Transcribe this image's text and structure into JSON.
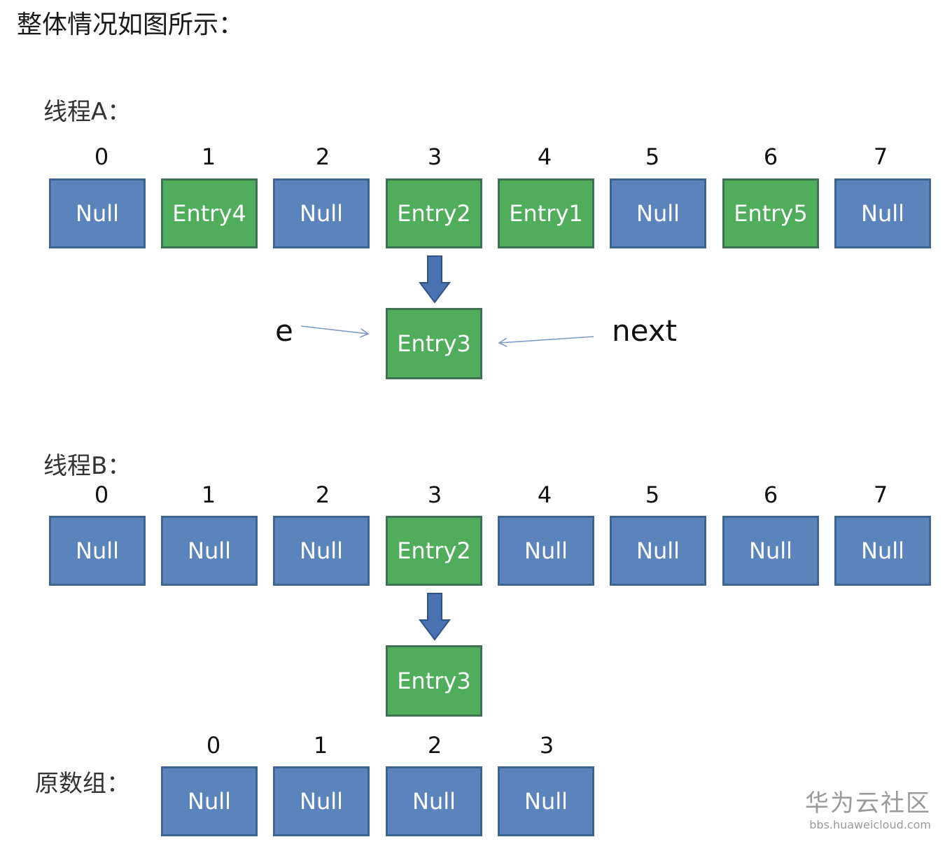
{
  "heading": "整体情况如图所示：",
  "thread_a": {
    "label": "线程A：",
    "indices": [
      "0",
      "1",
      "2",
      "3",
      "4",
      "5",
      "6",
      "7"
    ],
    "cells": [
      "Null",
      "Entry4",
      "Null",
      "Entry2",
      "Entry1",
      "Null",
      "Entry5",
      "Null"
    ],
    "chain": "Entry3",
    "e_label": "e",
    "next_label": "next"
  },
  "thread_b": {
    "label": "线程B：",
    "indices": [
      "0",
      "1",
      "2",
      "3",
      "4",
      "5",
      "6",
      "7"
    ],
    "cells": [
      "Null",
      "Null",
      "Null",
      "Entry2",
      "Null",
      "Null",
      "Null",
      "Null"
    ],
    "chain": "Entry3"
  },
  "original": {
    "label": "原数组：",
    "indices": [
      "0",
      "1",
      "2",
      "3"
    ],
    "cells": [
      "Null",
      "Null",
      "Null",
      "Null"
    ]
  },
  "watermark": {
    "name": "华为云社区",
    "url": "bbs.huaweicloud.com"
  },
  "colors": {
    "null_fill": "#5b84bd",
    "entry_fill": "#4fad5b",
    "arrow": "#4a72b0"
  }
}
